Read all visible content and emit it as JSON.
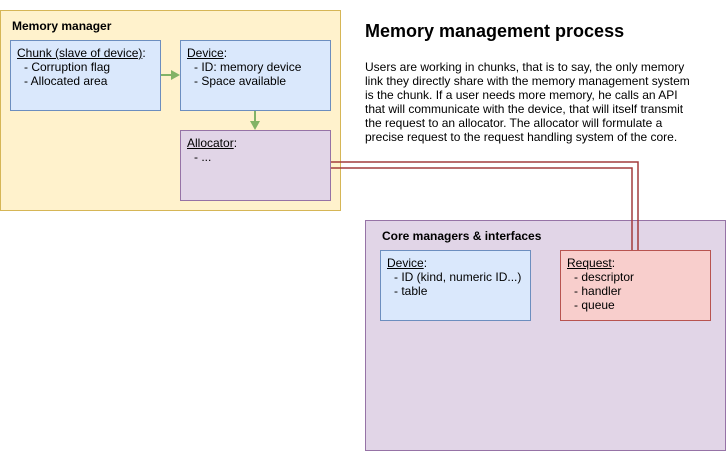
{
  "colors": {
    "memory_manager_fill": "#fff2cc",
    "memory_manager_border": "#d6b656",
    "blue_fill": "#dae8fc",
    "blue_border": "#6c8ebf",
    "purple_fill": "#e1d5e7",
    "purple_border": "#9673a6",
    "red_fill": "#f8cecc",
    "red_border": "#b85450",
    "green_arrow": "#82b366",
    "red_link": "#a33b3b"
  },
  "memory_manager": {
    "title": "Memory manager",
    "chunk": {
      "title": "Chunk (slave of device)",
      "lines": [
        "Corruption flag",
        "Allocated area"
      ]
    },
    "device": {
      "title": "Device",
      "lines": [
        "ID: memory device",
        "Space available"
      ]
    },
    "allocator": {
      "title": "Allocator",
      "lines": [
        "..."
      ]
    }
  },
  "core": {
    "title": "Core managers & interfaces",
    "device": {
      "title": "Device",
      "lines": [
        "ID (kind, numeric ID...)",
        "table"
      ]
    },
    "request": {
      "title": "Request",
      "lines": [
        "descriptor",
        "handler",
        "queue"
      ]
    }
  },
  "description": {
    "heading": "Memory management process",
    "text": "Users are working in chunks, that is to say, the only memory link they directly share with the memory management system is the chunk. If a user needs more memory, he calls an API that will communicate with the device, that will itself transmit the request to an allocator. The allocator will formulate a precise request to the request handling system of the core."
  }
}
